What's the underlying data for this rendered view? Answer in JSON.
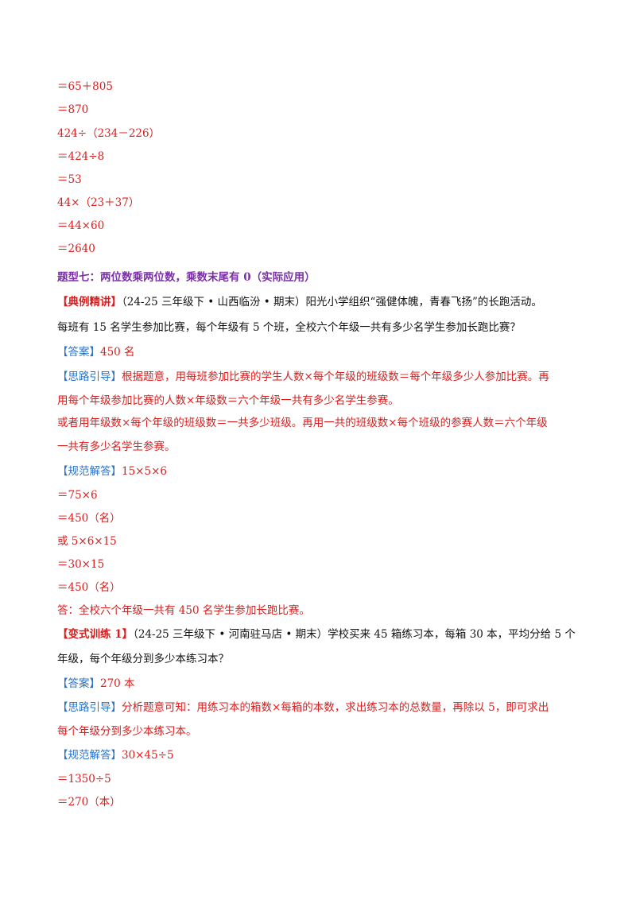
{
  "calc_lines": [
    "＝65＋805",
    "＝870",
    "424÷（234－226）",
    "＝424÷8",
    "＝53",
    "44×（23＋37）",
    "＝44×60",
    "＝2640"
  ],
  "section_title": "题型七：两位数乘两位数，乘数末尾有 0（实际应用）",
  "example": {
    "tag": "【典例精讲】",
    "q1": "（24-25 三年级下 • 山西临汾 • 期末）阳光小学组织“强健体魄，青春飞扬”的长跑活动。",
    "q2": "每班有 15 名学生参加比赛，每个年级有 5 个班，全校六个年级一共有多少名学生参加长跑比赛？",
    "answer_tag": "【答案】",
    "answer": "450 名",
    "hint_tag": "【思路引导】",
    "hint1": "根据题意，用每班参加比赛的学生人数×每个年级的班级数＝每个年级多少人参加比赛。再",
    "hint2": "用每个年级参加比赛的人数×年级数＝六个年级一共有多少名学生参赛。",
    "hint3": "或者用年级数×每个年级的班级数＝一共多少班级。再用一共的班级数×每个班级的参赛人数＝六个年级",
    "hint4": "一共有多少名学生参赛。",
    "sol_tag": "【规范解答】",
    "sol_lines": [
      "15×5×6",
      "＝75×6",
      "＝450（名）",
      "或 5×6×15",
      "＝30×15",
      "＝450（名）",
      "答：全校六个年级一共有 450 名学生参加长跑比赛。"
    ]
  },
  "variant": {
    "tag": "【变式训练 1】",
    "q1": "（24-25 三年级下 • 河南驻马店 • 期末）学校买来 45 箱练习本，每箱 30 本，平均分给 5 个",
    "q2": "年级，每个年级分到多少本练习本？",
    "answer_tag": "【答案】",
    "answer": "270 本",
    "hint_tag": "【思路引导】",
    "hint1": "分析题意可知：用练习本的箱数×每箱的本数，求出练习本的总数量，再除以 5，即可求出",
    "hint2": "每个年级分到多少本练习本。",
    "sol_tag": "【规范解答】",
    "sol_lines": [
      "30×45÷5",
      "＝1350÷5",
      "＝270（本）"
    ]
  }
}
